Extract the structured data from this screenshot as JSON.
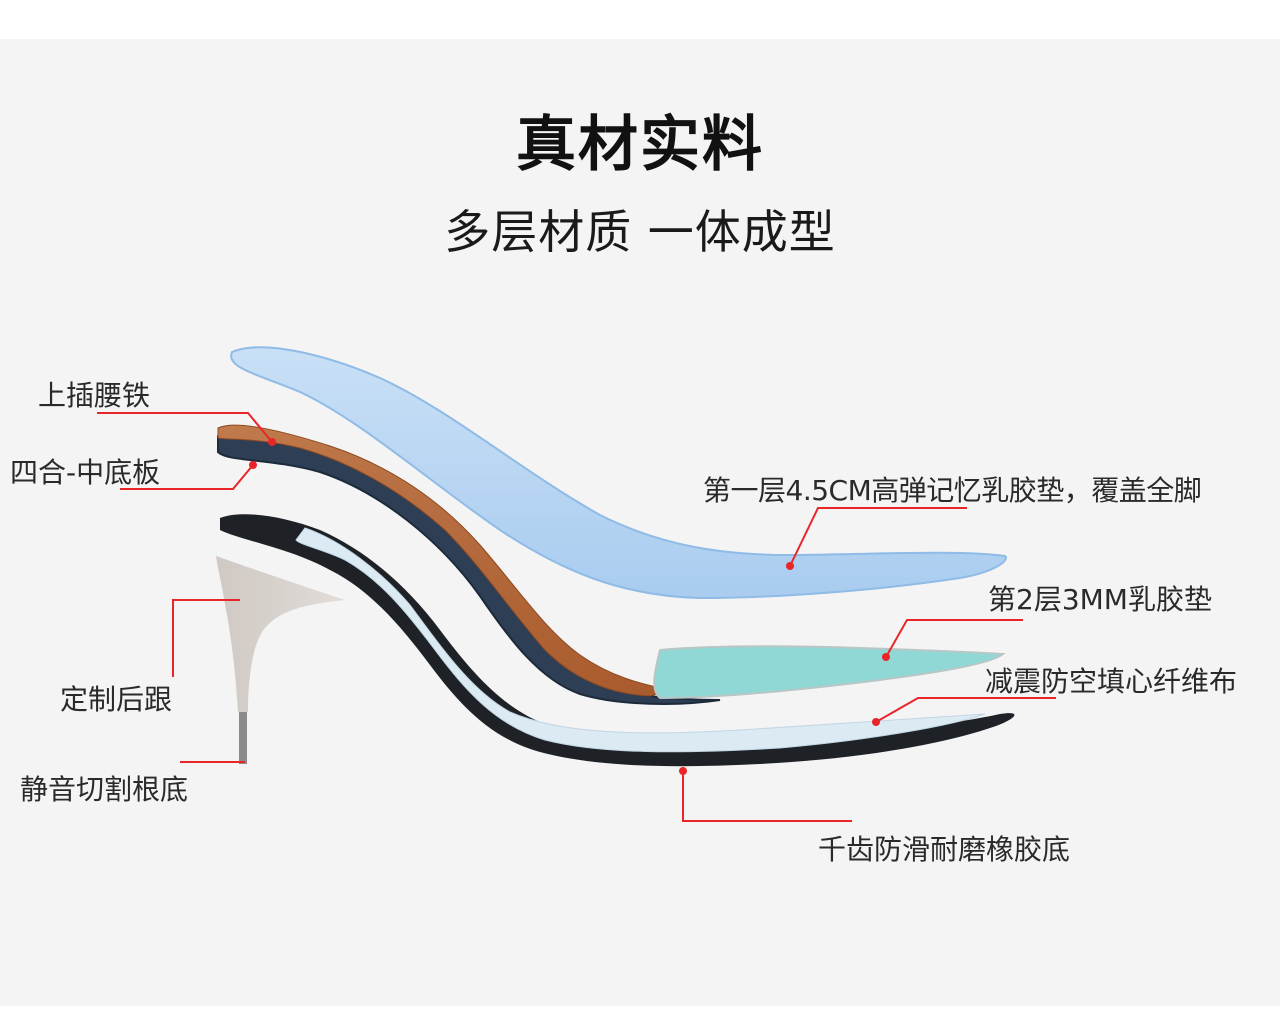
{
  "header": {
    "title": "真材实料",
    "subtitle": "多层材质 一体成型"
  },
  "callouts": [
    {
      "id": "waist-steel",
      "text": "上插腰铁"
    },
    {
      "id": "midsole-board",
      "text": "四合-中底板"
    },
    {
      "id": "custom-heel",
      "text": "定制后跟"
    },
    {
      "id": "heel-tip",
      "text": "静音切割根底"
    },
    {
      "id": "layer1-foam",
      "text": "第一层4.5CM高弹记忆乳胶垫，覆盖全脚"
    },
    {
      "id": "layer2-latex",
      "text": "第2层3MM乳胶垫"
    },
    {
      "id": "fiber-cloth",
      "text": "减震防空填心纤维布"
    },
    {
      "id": "rubber-sole",
      "text": "千齿防滑耐磨橡胶底"
    }
  ],
  "colors": {
    "panel_bg": "#f4f4f4",
    "callout_line": "#e8262a",
    "foam_blue": "#b9d6f2",
    "latex_teal": "#8fd8d6",
    "wood": "#b8693a",
    "board_navy": "#2d3e55",
    "sole_black": "#1e2226",
    "fiber_light": "#dceaf4",
    "heel_gray": "#d7d1cd"
  }
}
